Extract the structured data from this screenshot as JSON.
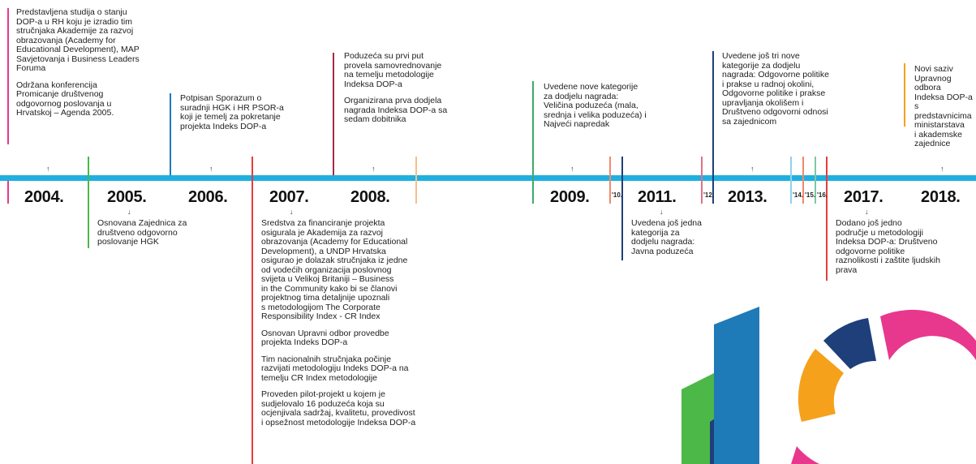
{
  "years": {
    "y2004": "2004.",
    "y2005": "2005.",
    "y2006": "2006.",
    "y2007": "2007.",
    "y2008": "2008.",
    "y2009": "2009.",
    "y2010": "'10.",
    "y2011": "2011.",
    "y2012": "'12.",
    "y2013": "2013.",
    "y2014": "'14.",
    "y2015": "'15.",
    "y2016": "'16.",
    "y2017": "2017.",
    "y2018": "2018."
  },
  "above": {
    "e2004": [
      "Predstavljena studija o stanju\nDOP-a u RH koju je izradio tim\nstručnjaka Akademije za razvoj\nobrazovanja (Academy for\nEducational Development), MAP\nSavjetovanja i Business Leaders\nForuma",
      "Održana konferencija\nPromicanje društvenog\nodgovornog poslovanja u\nHrvatskoj – Agenda 2005."
    ],
    "e2006": [
      "Potpisan Sporazum o\nsuradnji HGK i HR PSOR-a\nkoji je temelj za pokretanje\nprojekta Indeks DOP-a"
    ],
    "e2008": [
      "Poduzeća su prvi put\nprovela samovrednovanje\nna temelju metodologije\nIndeksa DOP-a",
      "Organizirana prva dodjela\nnagrada Indeksa DOP-a sa\nsedam dobitnika"
    ],
    "e2009": [
      "Uvedene nove kategorije\nza dodjelu nagrada:\nVeličina poduzeća (mala,\nsrednja i velika poduzeća) i\nNajveći napredak"
    ],
    "e2013": [
      "Uvedene još tri nove\nkategorije za dodjelu\nnagrada: Odgovorne politike\ni prakse u radnoj okolini,\nOdgovorne politike i prakse\nupravljanja okolišem i\nDruštveno odgovorni odnosi\nsa zajednicom"
    ],
    "e2018": [
      "Novi saziv\nUpravnog odbora\nIndeksa DOP-a s\npredstavnicima\nministarstava\ni akademske\nzajednice"
    ]
  },
  "below": {
    "e2005": [
      "Osnovana Zajednica za\ndruštveno odgovorno\nposlovanje HGK"
    ],
    "e2007": [
      "Sredstva za financiranje projekta\nosigurala je Akademija za razvoj\nobrazovanja (Academy for Educational\nDevelopment), a UNDP Hrvatska\nosigurao je dolazak stručnjaka iz jedne\nod vodećih organizacija poslovnog\nsvijeta u Velikoj Britaniji – Business\nin the Community kako bi se članovi\nprojektnog tima detaljnije upoznali\ns metodologijom The Corporate\nResponsibility Index - CR Index",
      "Osnovan Upravni odbor provedbe\nprojekta Indeks DOP-a",
      "Tim nacionalnih stručnjaka počinje\nrazvijati metodologiju Indeks DOP-a na\ntemelju CR Index metodologije",
      "Proveden pilot-projekt u kojem je\nsudjelovalo 16 poduzeća koja su\nocjenjivala sadržaj, kvalitetu, provedivost\ni opsežnost metodologije Indeksa DOP-a"
    ],
    "e2011": [
      "Uvedena još jedna\nkategorija za\ndodjelu nagrada:\nJavna poduzeća"
    ],
    "e2017": [
      "Dodano još jedno\npodručje u metodologiji\nIndeksa DOP-a: Društveno\nodgovorne politike\nraznolikosti i zaštite ljudskih\nprava"
    ]
  },
  "colors": {
    "bar": "#1fb0df",
    "pink": "#e8388e",
    "green": "#4cb848",
    "blue": "#1f7ab8",
    "darkred": "#a62a45",
    "lightgreen": "#3daa6a",
    "navy": "#1e3f7a",
    "orange": "#f5a11c",
    "red": "#e33c3c",
    "salmon": "#f08a6c"
  },
  "icons": {
    "up": "up-arrow-icon",
    "down": "down-arrow-icon"
  }
}
